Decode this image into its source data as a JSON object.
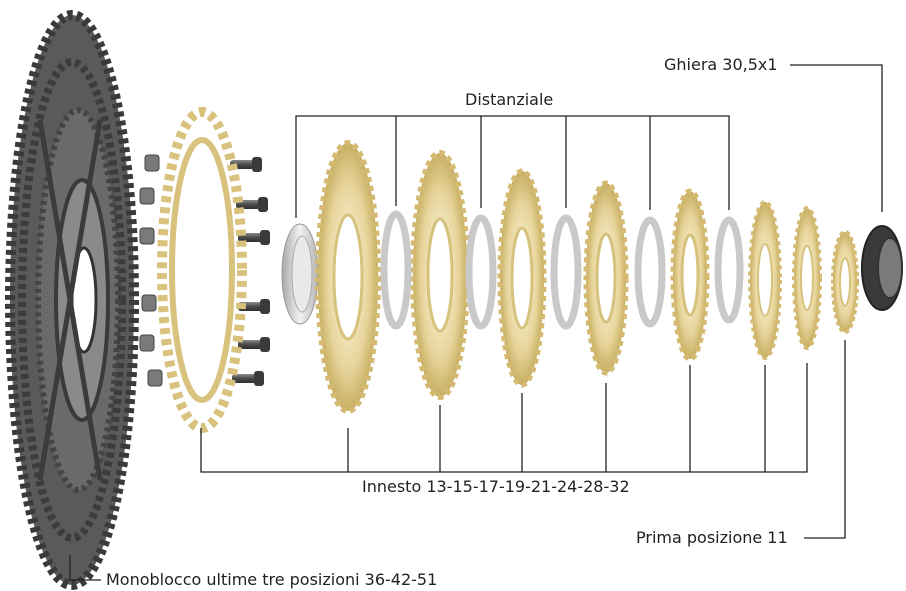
{
  "labels": {
    "ring_nut": "Ghiera 30,5x1",
    "spacer": "Distanziale",
    "engagement": "Innesto 13-15-17-19-21-24-28-32",
    "first_position": "Prima posizione 11",
    "monoblock": "Monoblocco ultime tre posizioni 36-42-51"
  },
  "colors": {
    "sprocket_gold": "#d9c27e",
    "monoblock_grey": "#4a4a4a",
    "spacer_silver": "#d0d0d0",
    "line": "#222222"
  }
}
